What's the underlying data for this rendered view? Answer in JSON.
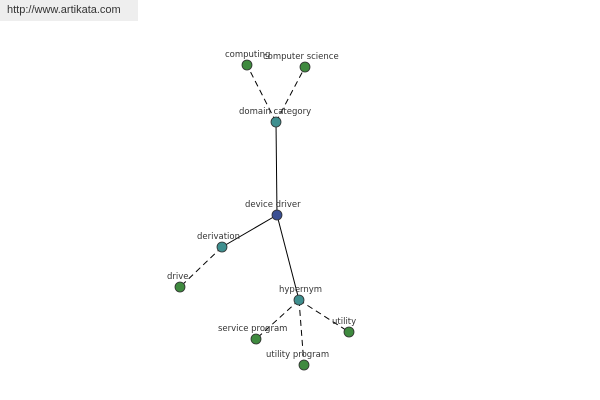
{
  "watermark": {
    "url": "http://www.artikata.com"
  },
  "colors": {
    "center": "#3a4f93",
    "hub": "#3f8f8f",
    "leaf": "#3f8a3f"
  },
  "graph": {
    "nodes": [
      {
        "id": "device-driver",
        "label": "device driver",
        "role": "center"
      },
      {
        "id": "domain-category",
        "label": "domain category",
        "role": "hub"
      },
      {
        "id": "derivation",
        "label": "derivation",
        "role": "hub"
      },
      {
        "id": "hypernym",
        "label": "hypernym",
        "role": "hub"
      },
      {
        "id": "computing",
        "label": "computing",
        "role": "leaf"
      },
      {
        "id": "computer-science",
        "label": "computer science",
        "role": "leaf"
      },
      {
        "id": "drive",
        "label": "drive",
        "role": "leaf"
      },
      {
        "id": "service-program",
        "label": "service program",
        "role": "leaf"
      },
      {
        "id": "utility-program",
        "label": "utility program",
        "role": "leaf"
      },
      {
        "id": "utility",
        "label": "utility",
        "role": "leaf"
      }
    ],
    "edges": [
      {
        "from": "device-driver",
        "to": "domain-category",
        "style": "solid"
      },
      {
        "from": "device-driver",
        "to": "derivation",
        "style": "solid"
      },
      {
        "from": "device-driver",
        "to": "hypernym",
        "style": "solid"
      },
      {
        "from": "domain-category",
        "to": "computing",
        "style": "dashed"
      },
      {
        "from": "domain-category",
        "to": "computer-science",
        "style": "dashed"
      },
      {
        "from": "derivation",
        "to": "drive",
        "style": "dashed"
      },
      {
        "from": "hypernym",
        "to": "service-program",
        "style": "dashed"
      },
      {
        "from": "hypernym",
        "to": "utility-program",
        "style": "dashed"
      },
      {
        "from": "hypernym",
        "to": "utility",
        "style": "dashed"
      }
    ]
  }
}
